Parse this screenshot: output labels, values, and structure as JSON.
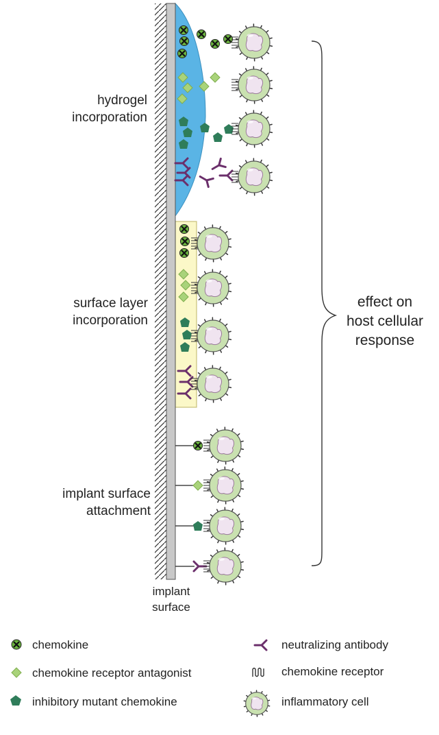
{
  "labels": {
    "hydrogel": [
      "hydrogel",
      "incorporation"
    ],
    "surface_layer": [
      "surface layer",
      "incorporation"
    ],
    "implant_attachment": [
      "implant surface",
      "attachment"
    ],
    "implant_surface": [
      "implant",
      "surface"
    ],
    "effect": [
      "effect on",
      "host cellular",
      "response"
    ]
  },
  "legend": {
    "chemokine": "chemokine",
    "antagonist": "chemokine receptor antagonist",
    "mutant": "inhibitory mutant chemokine",
    "antibody": "neutralizing antibody",
    "receptor": "chemokine receptor",
    "cell": "inflammatory cell"
  },
  "colors": {
    "hydrogel_fill": "#5ab4e5",
    "surface_layer_fill": "#fbf8c8",
    "surface_layer_border": "#c8c07a",
    "implant_fill": "#c8c8c8",
    "chemokine": "#6bb33f",
    "antagonist": "#a9d37a",
    "mutant": "#2f7d5a",
    "antibody": "#6b2f6b",
    "cell_fill": "#c9e1b0",
    "nucleus_fill": "#f0e4f0"
  },
  "icons": [
    "chemokine-icon",
    "antagonist-icon",
    "mutant-chemokine-icon",
    "antibody-icon",
    "receptor-icon",
    "cell-icon"
  ]
}
